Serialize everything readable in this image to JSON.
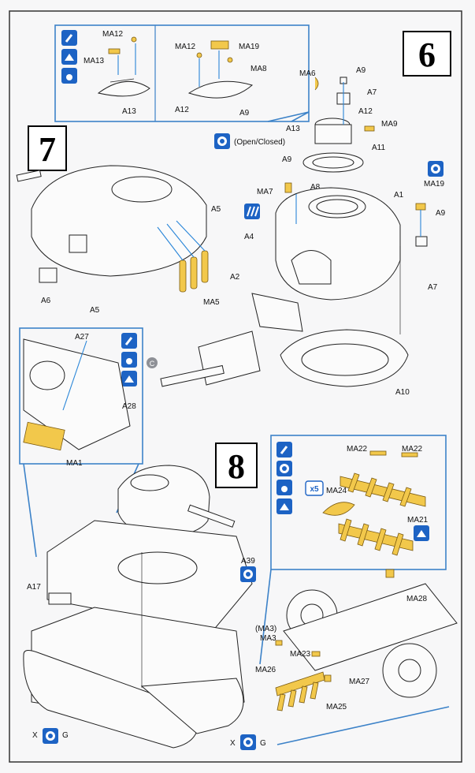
{
  "steps": {
    "s6": "6",
    "s7": "7",
    "s8": "8"
  },
  "callout_6a": {
    "ma12": "MA12",
    "ma13": "MA13",
    "a13": "A13"
  },
  "callout_6b": {
    "ma12": "MA12",
    "ma19": "MA19",
    "ma8": "MA8",
    "a12": "A12",
    "a9": "A9"
  },
  "step6": {
    "ma6": "MA6",
    "a9_top": "A9",
    "a7_top": "A7",
    "a12": "A12",
    "ma9": "MA9",
    "a13": "A13",
    "open_closed": "(Open/Closed)",
    "a11": "A11",
    "a9_mid": "A9",
    "ma7": "MA7",
    "a8": "A8",
    "a1": "A1",
    "ma19": "MA19",
    "a9_right": "A9",
    "a4": "A4",
    "a7_right": "A7",
    "a2": "A2",
    "a10": "A10"
  },
  "step7": {
    "a5_top": "A5",
    "a6": "A6",
    "a5_bottom": "A5",
    "ma5": "MA5"
  },
  "callout_7": {
    "a27": "A27",
    "a28": "A28",
    "ma1": "MA1"
  },
  "barrel_marker": "C",
  "step8": {
    "a39": "A39",
    "a17": "A17",
    "x_left": "X",
    "g_left": "G",
    "x_right": "X",
    "g_right": "G",
    "ma28": "MA28",
    "ma3_paren": "(MA3)",
    "ma3": "MA3",
    "ma23": "MA23",
    "ma26": "MA26",
    "ma27": "MA27",
    "ma25": "MA25"
  },
  "callout_8": {
    "ma22_left": "MA22",
    "ma22_right": "MA22",
    "x5": "x5",
    "ma24": "MA24",
    "ma21": "MA21"
  },
  "colors": {
    "brass": "#f2c84b",
    "frame": "#3c82c8",
    "icon_blue": "#1d63c4"
  }
}
